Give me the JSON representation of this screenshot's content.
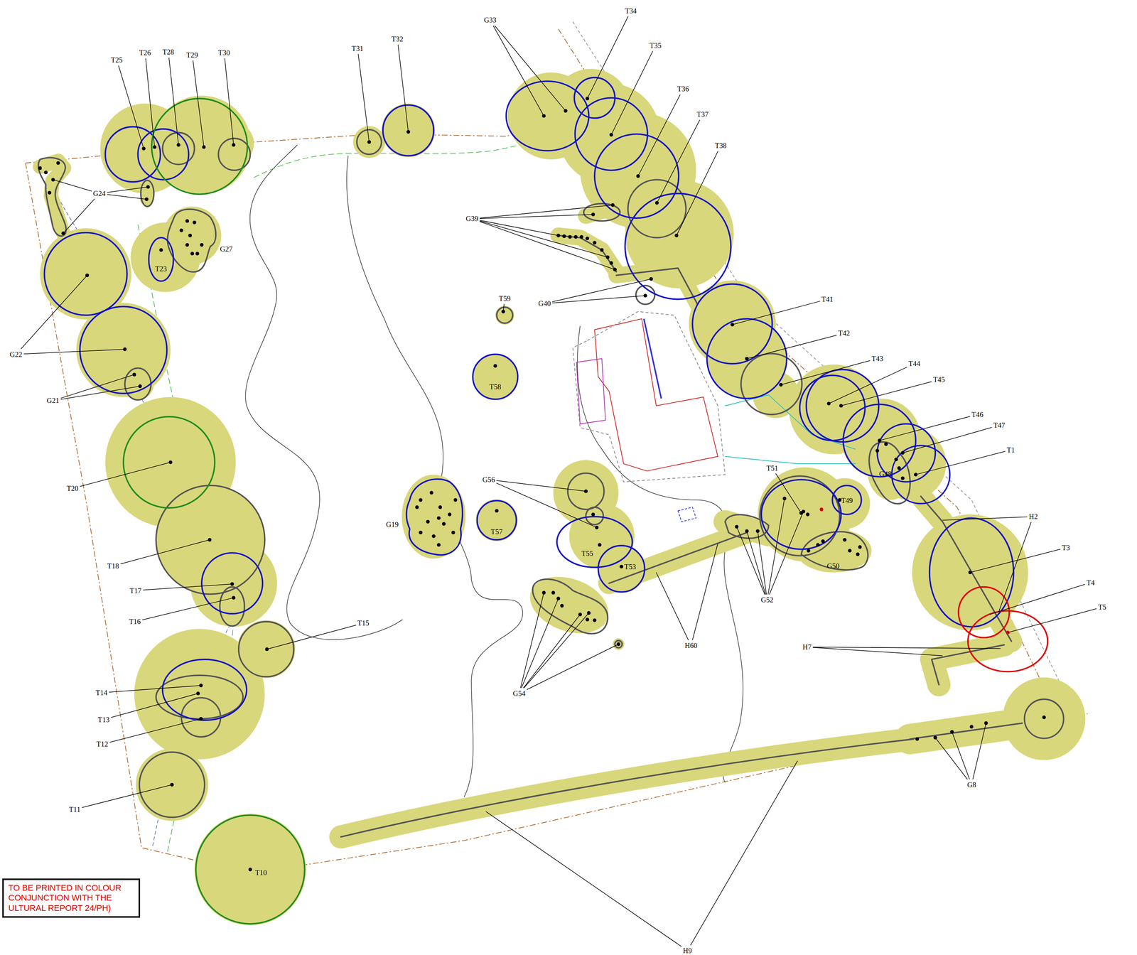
{
  "diagram": {
    "nodes": [
      {
        "text": [
          "TO BE PRINTED IN COLOUR CONJUNCTION WITH THE ULTURAL REPORT 24/PH)"
        ]
      }
    ],
    "labels": [
      "T25",
      "T26",
      "T28",
      "T29",
      "T30",
      "T31",
      "T32",
      "G33",
      "T34",
      "T35",
      "T36",
      "T37",
      "T38",
      "G24",
      "G27",
      "T23",
      "G39",
      "G40",
      "T59",
      "T41",
      "T42",
      "T43",
      "T44",
      "T45",
      "G22",
      "T58",
      "T46",
      "T47",
      "T1",
      "G21",
      "G48",
      "G56",
      "T51",
      "T49",
      "T20",
      "G19",
      "T57",
      "H2",
      "T55",
      "T53",
      "G50",
      "T3",
      "T18",
      "T17",
      "G52",
      "T4",
      "T5",
      "T16",
      "T15",
      "H60",
      "H7",
      "G54",
      "T14",
      "T13",
      "T12",
      "G8",
      "T11",
      "T10",
      "H9"
    ]
  }
}
